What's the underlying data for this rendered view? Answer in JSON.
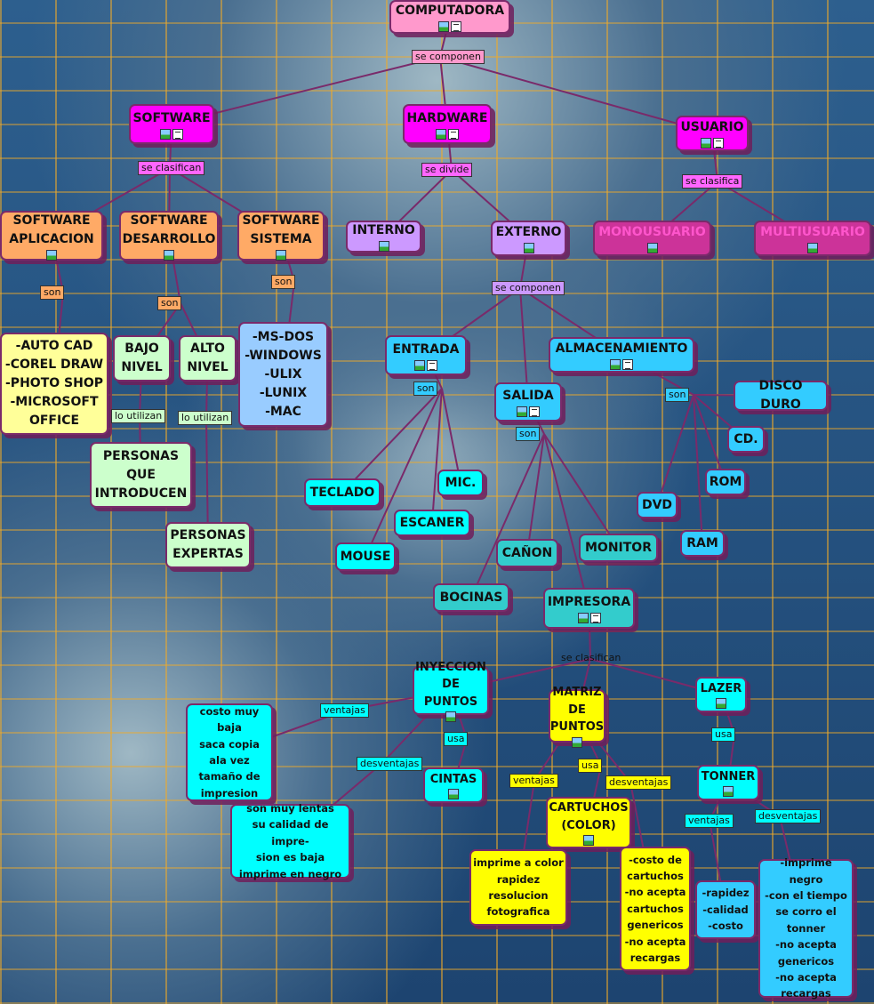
{
  "colors": {
    "pink": "#ff99cc",
    "magenta": "#ff00ff",
    "orange": "#ffaa66",
    "lavender": "#cc99ff",
    "darkmagenta": "#cc3399",
    "yellowlight": "#ffff99",
    "green": "#ccffcc",
    "lightblue": "#99ccff",
    "blue": "#33ccff",
    "cyan": "#00ffff",
    "teal": "#33cccc",
    "yellow": "#ffff00",
    "link": "#7a2a6a"
  },
  "nodes": {
    "computadora": "COMPUTADORA",
    "software": "SOFTWARE",
    "hardware": "HARDWARE",
    "usuario": "USUARIO",
    "sw_aplicacion": "SOFTWARE\nAPLICACION",
    "sw_desarrollo": "SOFTWARE\nDESARROLLO",
    "sw_sistema": "SOFTWARE\nSISTEMA",
    "interno": "INTERNO",
    "externo": "EXTERNO",
    "monousuario": "MONOUSUARIO",
    "multiusuario": "MULTIUSUARIO",
    "apps": "-AUTO CAD\n-COREL DRAW\n-PHOTO SHOP\n-MICROSOFT\nOFFICE",
    "bajo": "BAJO\nNIVEL",
    "alto": "ALTO\nNIVEL",
    "sistemas": "-MS-DOS\n-WINDOWS\n-ULIX\n-LUNIX\n-MAC",
    "personas_intro": "PERSONAS\nQUE\nINTRODUCEN",
    "personas_exp": "PERSONAS\nEXPERTAS",
    "entrada": "ENTRADA",
    "almacenamiento": "ALMACENAMIENTO",
    "salida": "SALIDA",
    "disco": "DISCO DURO",
    "cd": "CD.",
    "rom": "ROM",
    "dvd": "DVD",
    "ram": "RAM",
    "teclado": "TECLADO",
    "mic": "MIC.",
    "escaner": "ESCANER",
    "mouse": "MOUSE",
    "canon": "CAÑON",
    "monitor": "MONITOR",
    "bocinas": "BOCINAS",
    "impresora": "IMPRESORA",
    "inyeccion": "INYECCION\nDE PUNTOS",
    "matriz": "MATRIZ\nDE PUNTOS",
    "lazer": "LAZER",
    "iny_vent": "costo muy baja\nsaca copia\nala vez\ntamaño de\nimpresion",
    "iny_desv": "son muy lentas\nsu calidad de impre-\nsion es baja\nimprime en negro",
    "cintas": "CINTAS",
    "cartuchos": "CARTUCHOS\n(COLOR)",
    "tonner": "TONNER",
    "mat_vent": "imprime a color\nrapidez\nresolucion\nfotografica",
    "mat_desv": "-costo de\ncartuchos\n-no acepta\ncartuchos\ngenericos\n-no acepta\nrecargas",
    "laz_vent": "-rapidez\n-calidad\n-costo",
    "laz_desv": "-imprime negro\n-con el tiempo\nse corro el\ntonner\n-no acepta\ngenericos\n-no acepta\nrecargas"
  },
  "links": {
    "l_secomp1": "se componen",
    "l_seclasif1": "se clasifican",
    "l_sedivide": "se divide",
    "l_seclasifica": "se clasifica",
    "l_son1": "son",
    "l_son2": "son",
    "l_son3": "son",
    "l_secomp2": "se componen",
    "l_loutil1": "lo utilizan",
    "l_loutil2": "lo utilizan",
    "l_son_ent": "son",
    "l_son_alm": "son",
    "l_son_sal": "son",
    "l_seclasif2": "se clasifican",
    "l_usa1": "usa",
    "l_usa2": "usa",
    "l_usa3": "usa",
    "l_vent1": "ventajas",
    "l_desv1": "desventajas",
    "l_vent2": "ventajas",
    "l_desv2": "desventajas",
    "l_vent3": "ventajas",
    "l_desv3": "desventajas"
  }
}
